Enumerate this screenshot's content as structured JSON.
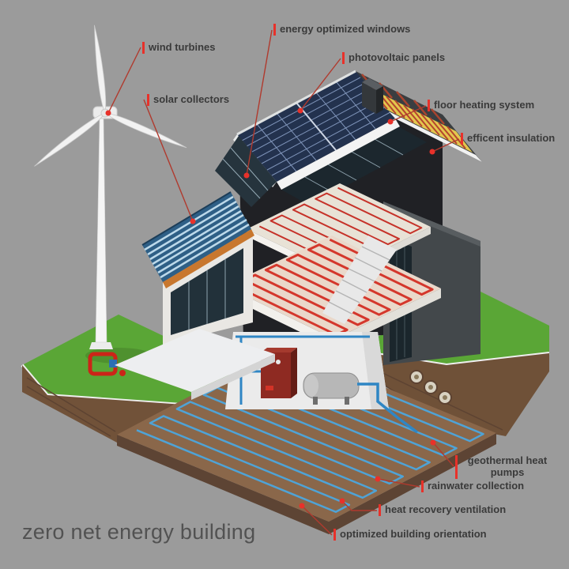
{
  "title": "zero net energy building",
  "labels": [
    {
      "id": "wind-turbines",
      "text": "wind turbines"
    },
    {
      "id": "solar-collectors",
      "text": "solar collectors"
    },
    {
      "id": "energy-optimized-windows",
      "text": "energy optimized windows"
    },
    {
      "id": "photovoltaic-panels",
      "text": "photovoltaic panels"
    },
    {
      "id": "floor-heating-system",
      "text": "floor heating system"
    },
    {
      "id": "efficent-insulation",
      "text": "efficent insulation"
    },
    {
      "id": "geothermal-heat-pumps",
      "text": "geothermal heat pumps"
    },
    {
      "id": "rainwater-collection",
      "text": "rainwater collection"
    },
    {
      "id": "heat-recovery-ventilation",
      "text": "heat recovery ventilation"
    },
    {
      "id": "optimized-building-orientation",
      "text": "optimized building orientation"
    }
  ],
  "colors": {
    "background": "#9b9b9b",
    "accent_red": "#b03a2e",
    "dot_red": "#e8312a",
    "label_text": "#3a3a3a",
    "title_text": "#525252",
    "grass_green": "#5aa636",
    "soil_brown": "#715239",
    "pipe_blue": "#4fa3d6",
    "heating_red": "#d4372c",
    "pv_blue": "#23324e",
    "insulation_yellow": "#e3c64e"
  }
}
